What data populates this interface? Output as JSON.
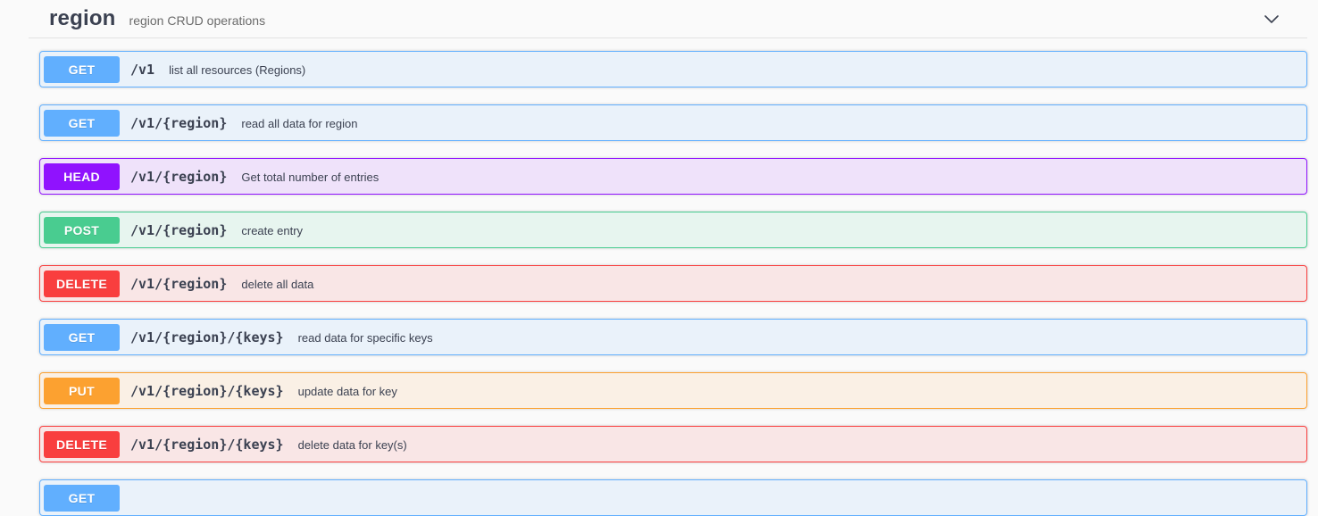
{
  "section": {
    "title": "region",
    "description": "region CRUD operations",
    "collapse_icon": "chevron-down-icon"
  },
  "colors": {
    "get": "#61affe",
    "post": "#49cc90",
    "put": "#fca130",
    "delete": "#f93e3e",
    "head": "#9012fe",
    "header_text": "#3b4151",
    "divider": "#e3e3e3",
    "page_background": "#fafafa"
  },
  "operations": [
    {
      "method": "GET",
      "path": "/v1",
      "summary": "list all resources (Regions)"
    },
    {
      "method": "GET",
      "path": "/v1/{region}",
      "summary": "read all data for region"
    },
    {
      "method": "HEAD",
      "path": "/v1/{region}",
      "summary": "Get total number of entries"
    },
    {
      "method": "POST",
      "path": "/v1/{region}",
      "summary": "create entry"
    },
    {
      "method": "DELETE",
      "path": "/v1/{region}",
      "summary": "delete all data"
    },
    {
      "method": "GET",
      "path": "/v1/{region}/{keys}",
      "summary": "read data for specific keys"
    },
    {
      "method": "PUT",
      "path": "/v1/{region}/{keys}",
      "summary": "update data for key"
    },
    {
      "method": "DELETE",
      "path": "/v1/{region}/{keys}",
      "summary": "delete data for key(s)"
    },
    {
      "method": "GET",
      "path": "",
      "summary": ""
    }
  ]
}
